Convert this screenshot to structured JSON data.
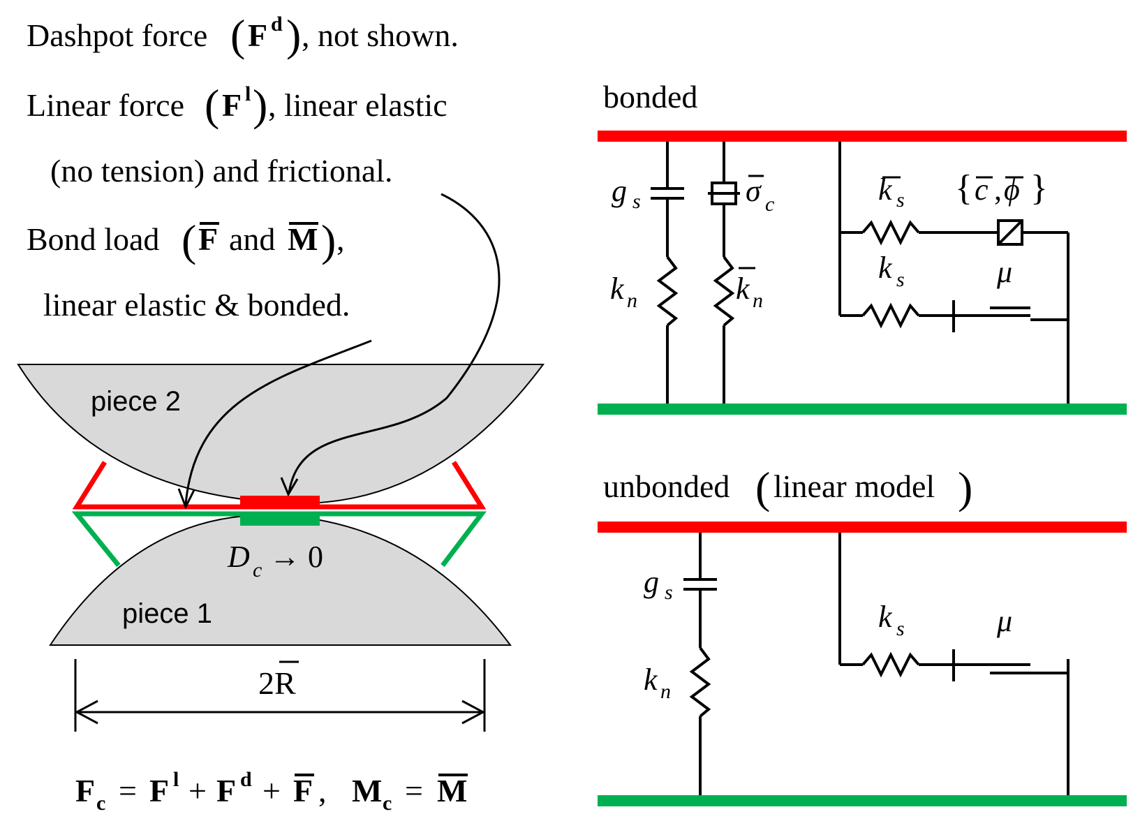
{
  "captions": {
    "dashpot_a": "Dashpot force",
    "dashpot_b": ", not shown.",
    "linear_a": "Linear force",
    "linear_b": ",  linear elastic",
    "linear_c": "(no tension) and frictional.",
    "bond_a": "Bond load",
    "bond_and": "and",
    "bond_b": ",",
    "bond_c": "linear elastic & bonded."
  },
  "symbols": {
    "F": "F",
    "M": "M",
    "sup_d": "d",
    "sup_l": "l",
    "c": "c",
    "D": "D",
    "arrow_zero": "→ 0",
    "two_R": "2R",
    "g": "g",
    "k": "k",
    "s": "s",
    "n": "n",
    "sigma": "σ",
    "mu": "μ",
    "brace_open": "{",
    "brace_close": "}",
    "c_bar": "c",
    "comma": ",",
    "phi_bar": "ϕ"
  },
  "pieces": {
    "piece2": "piece 2",
    "piece1": "piece 1"
  },
  "equation": {
    "eq": "=",
    "plus": "+",
    "comma": ","
  },
  "panels": {
    "bonded": "bonded",
    "unbonded": "unbonded",
    "linear_model": "linear model"
  },
  "colors": {
    "top_plate": "#ff0000",
    "bottom_plate": "#00b050",
    "piece_fill": "#d9d9d9",
    "line": "#000000"
  }
}
